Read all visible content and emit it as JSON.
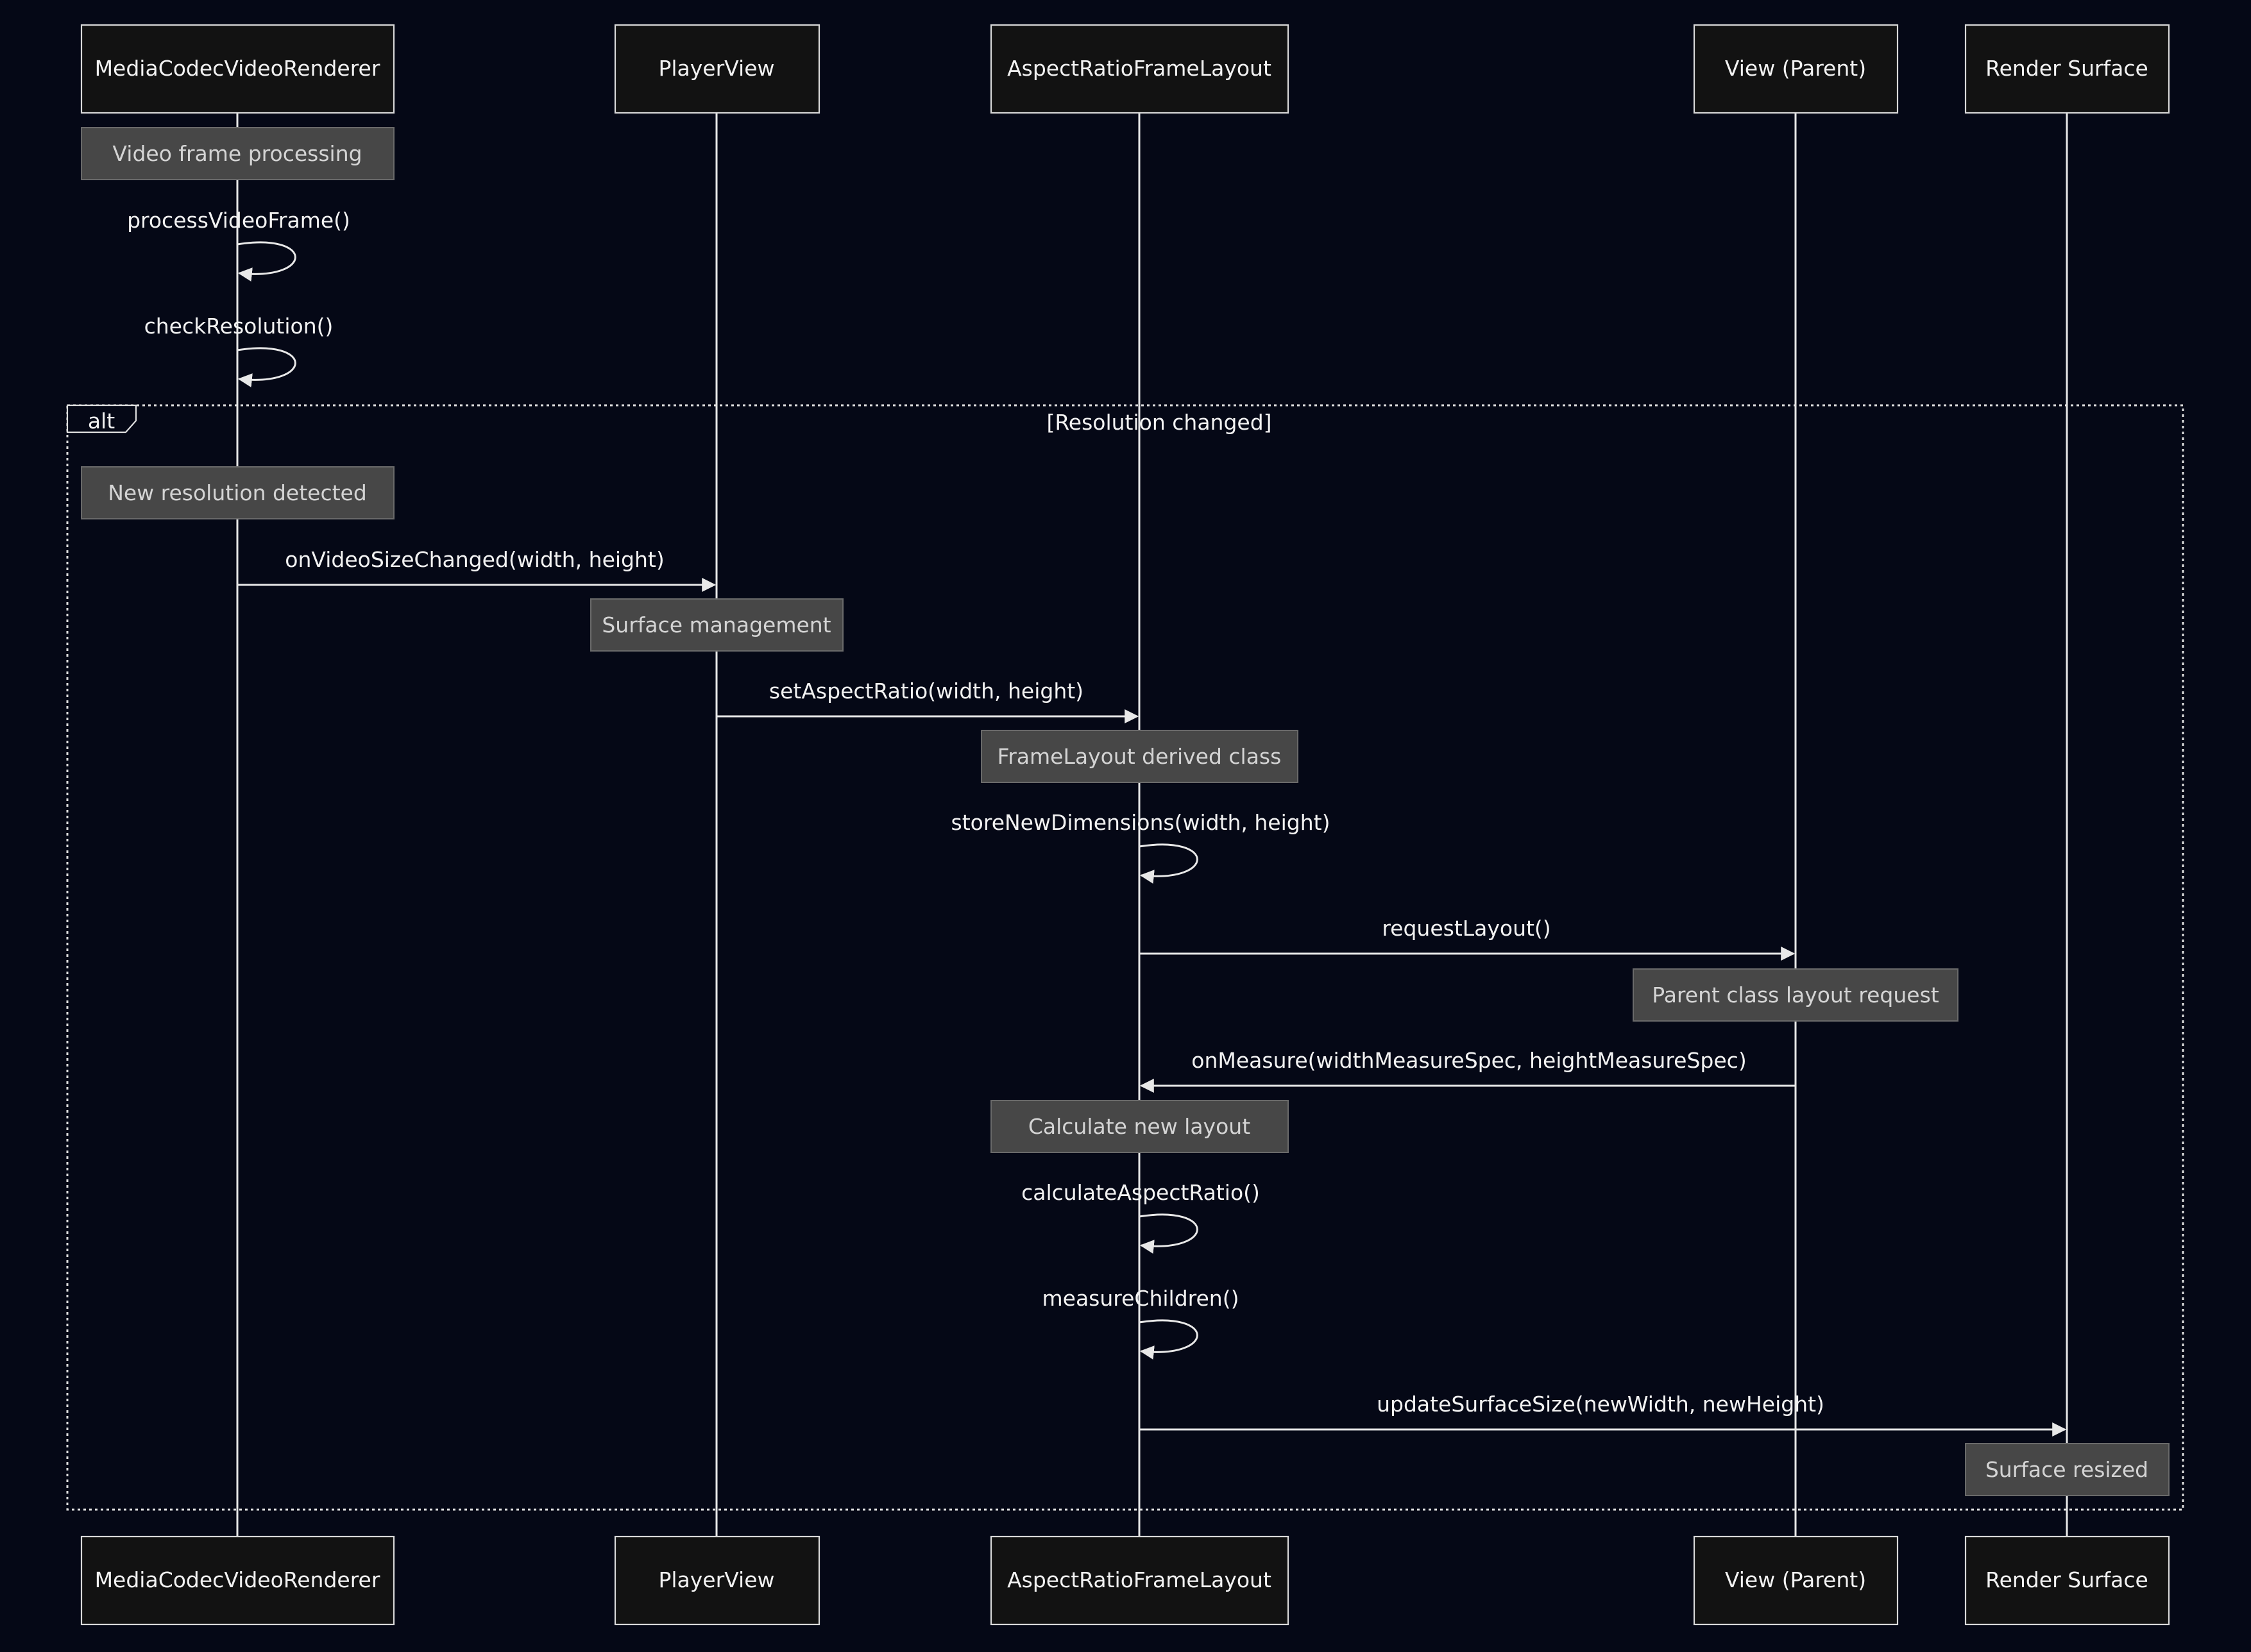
{
  "participants": [
    {
      "id": "renderer",
      "label": "MediaCodecVideoRenderer"
    },
    {
      "id": "player",
      "label": "PlayerView"
    },
    {
      "id": "aspect",
      "label": "AspectRatioFrameLayout"
    },
    {
      "id": "parent",
      "label": "View (Parent)"
    },
    {
      "id": "surface",
      "label": "Render Surface"
    }
  ],
  "alt_block": {
    "keyword": "alt",
    "condition": "[Resolution changed]"
  },
  "notes": [
    {
      "on": "renderer",
      "text": "Video frame processing"
    },
    {
      "on": "renderer",
      "text": "New resolution detected"
    },
    {
      "on": "player",
      "text": "Surface management"
    },
    {
      "on": "aspect",
      "text": "FrameLayout derived class"
    },
    {
      "on": "parent",
      "text": "Parent class layout request"
    },
    {
      "on": "aspect",
      "text": "Calculate new layout"
    },
    {
      "on": "surface",
      "text": "Surface resized"
    }
  ],
  "messages": [
    {
      "from": "renderer",
      "to": "renderer",
      "text": "processVideoFrame()"
    },
    {
      "from": "renderer",
      "to": "renderer",
      "text": "checkResolution()"
    },
    {
      "from": "renderer",
      "to": "player",
      "text": "onVideoSizeChanged(width, height)"
    },
    {
      "from": "player",
      "to": "aspect",
      "text": "setAspectRatio(width, height)"
    },
    {
      "from": "aspect",
      "to": "aspect",
      "text": "storeNewDimensions(width, height)"
    },
    {
      "from": "aspect",
      "to": "parent",
      "text": "requestLayout()"
    },
    {
      "from": "parent",
      "to": "aspect",
      "text": "onMeasure(widthMeasureSpec, heightMeasureSpec)"
    },
    {
      "from": "aspect",
      "to": "aspect",
      "text": "calculateAspectRatio()"
    },
    {
      "from": "aspect",
      "to": "aspect",
      "text": "measureChildren()"
    },
    {
      "from": "aspect",
      "to": "surface",
      "text": "updateSurfaceSize(newWidth, newHeight)"
    }
  ]
}
